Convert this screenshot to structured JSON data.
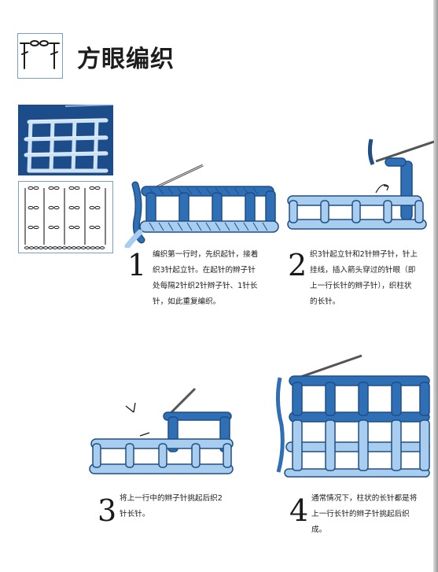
{
  "header": {
    "title": "方眼编织",
    "icon": "double-crochet-symbol-icon"
  },
  "colors": {
    "yarn_dark": "#2f6fb5",
    "yarn_light": "#a9cdee",
    "yarn_outline": "#1f4f86",
    "frame": "#7aa0c8",
    "photo_bg": "#1c4c8a"
  },
  "steps": [
    {
      "number": "1",
      "lines": [
        "编织第一行时，先织起针，接着",
        "织3针起立针。在起针的辫子针",
        "处每隔2针织2针辫子针、1针长",
        "针，如此重复编织。"
      ]
    },
    {
      "number": "2",
      "lines": [
        "织3针起立针和2针辫子针，针上",
        "挂线，插入箭头穿过的针眼（即",
        "上一行长针的辫子针），织柱状",
        "的长针。"
      ]
    },
    {
      "number": "3",
      "lines": [
        "将上一行中的辫子针挑起后织2",
        "针长针。"
      ]
    },
    {
      "number": "4",
      "lines": [
        "通常情况下，柱状的长针都是将",
        "上一行长针的辫子针挑起后织",
        "成。"
      ]
    }
  ]
}
